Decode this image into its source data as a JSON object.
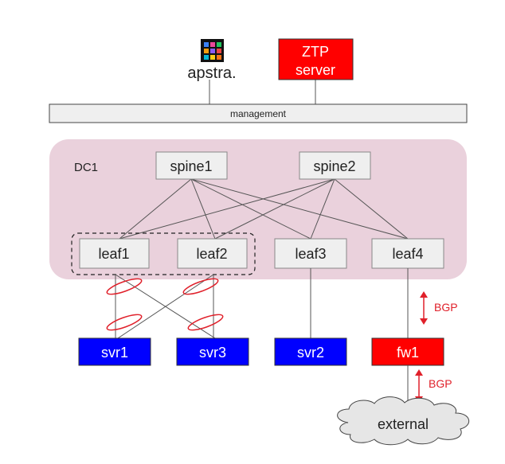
{
  "logo": {
    "text": "apstra."
  },
  "ztp_server": {
    "line1": "ZTP",
    "line2": "server"
  },
  "management": {
    "label": "management"
  },
  "datacenter": {
    "label": "DC1"
  },
  "spines": [
    {
      "label": "spine1"
    },
    {
      "label": "spine2"
    }
  ],
  "leaves": [
    {
      "label": "leaf1"
    },
    {
      "label": "leaf2"
    },
    {
      "label": "leaf3"
    },
    {
      "label": "leaf4"
    }
  ],
  "servers": [
    {
      "label": "svr1"
    },
    {
      "label": "svr3"
    },
    {
      "label": "svr2"
    }
  ],
  "firewall": {
    "label": "fw1"
  },
  "bgp": [
    {
      "label": "BGP"
    },
    {
      "label": "BGP"
    }
  ],
  "external": {
    "label": "external"
  },
  "colors": {
    "dc_fill": "#ead1dc",
    "server_blue": "#0000ff",
    "alert_red": "#ff0000",
    "box_gray": "#efefef",
    "lag_ellipse": "#e0202a",
    "cloud_fill": "#e6e6e6"
  }
}
